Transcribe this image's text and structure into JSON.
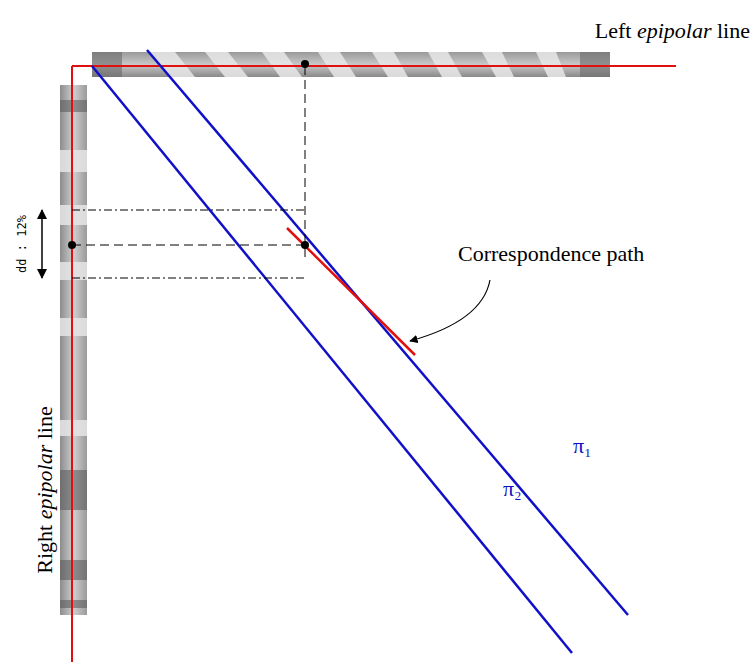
{
  "diagram": {
    "labels": [
      "Left epipolar line",
      "Right epipolar line",
      "dd : 12%",
      "Correspondence path",
      "π₁",
      "π₂"
    ]
  }
}
